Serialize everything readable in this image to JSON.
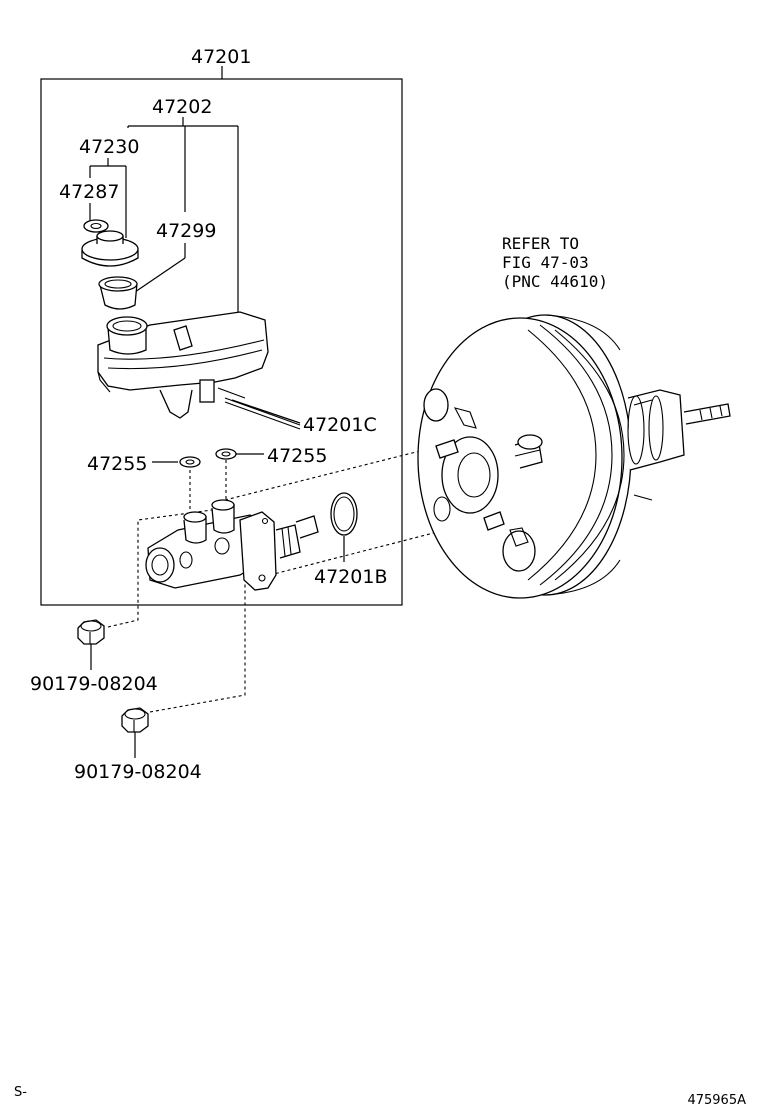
{
  "labels": {
    "assembly": "47201",
    "reservoir_set": "47202",
    "cap_assembly": "47230",
    "cap_filter": "47287",
    "strainer": "47299",
    "pin": "47201C",
    "grommet_left": "47255",
    "grommet_right": "47255",
    "o_ring": "47201B",
    "nut_upper": "90179-08204",
    "nut_lower": "90179-08204"
  },
  "reference": {
    "line1": "REFER TO",
    "line2": "FIG 47-03",
    "line3": "(PNC 44610)"
  },
  "footer": {
    "left_mark": "S-",
    "figure_code": "475965A"
  }
}
